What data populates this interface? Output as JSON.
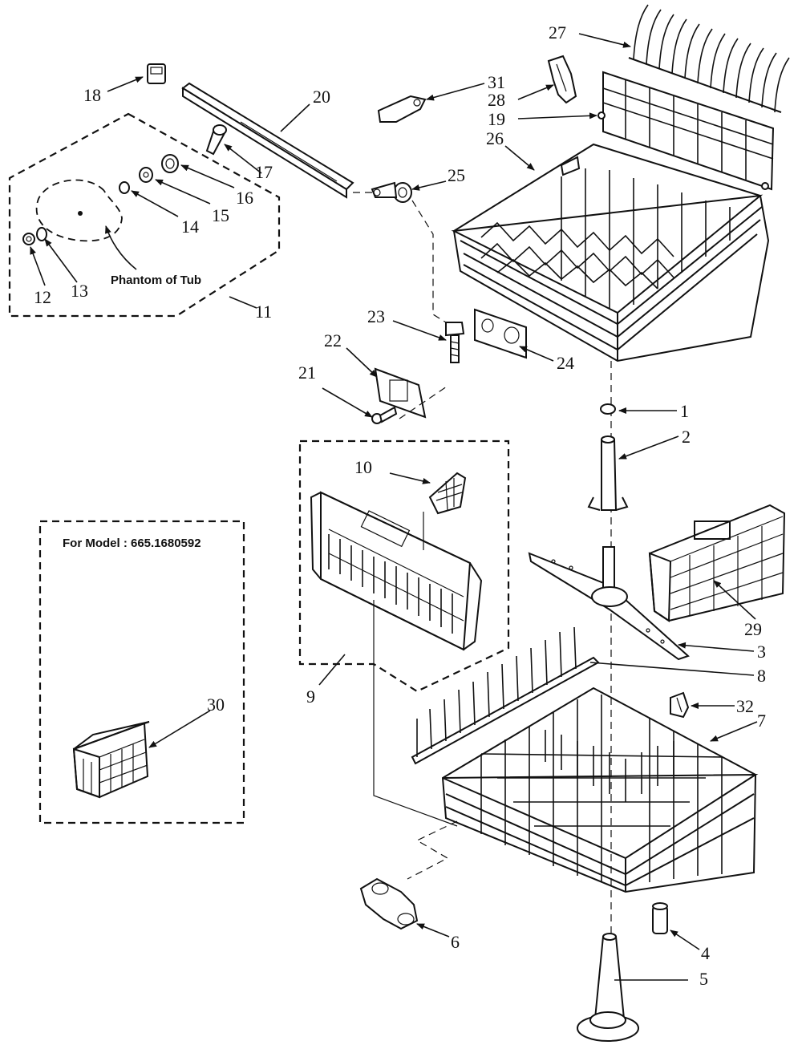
{
  "captions": {
    "phantom": "Phantom of Tub",
    "model": "For Model : 665.1680592"
  },
  "labels": {
    "p1": "1",
    "p2": "2",
    "p3": "3",
    "p4": "4",
    "p5": "5",
    "p6": "6",
    "p7": "7",
    "p8": "8",
    "p9": "9",
    "p10": "10",
    "p11": "11",
    "p12": "12",
    "p13": "13",
    "p14": "14",
    "p15": "15",
    "p16": "16",
    "p17": "17",
    "p18": "18",
    "p19": "19",
    "p20": "20",
    "p21": "21",
    "p22": "22",
    "p23": "23",
    "p24": "24",
    "p25": "25",
    "p26": "26",
    "p27": "27",
    "p28": "28",
    "p29": "29",
    "p30": "30",
    "p31": "31",
    "p32": "32"
  }
}
